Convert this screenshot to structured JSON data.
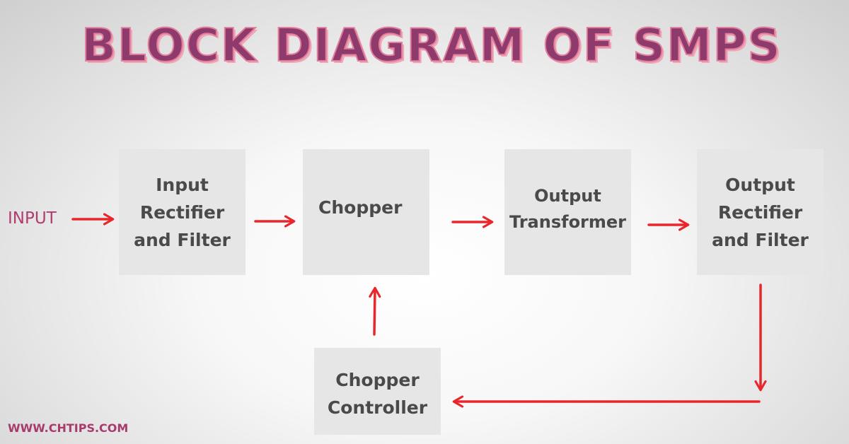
{
  "title": "BLOCK DIAGRAM OF SMPS",
  "input_label": "INPUT",
  "website": "WWW.CHTIPS.COM",
  "blocks": {
    "input_rectifier": "Input\nRectifier\nand Filter",
    "chopper": "Chopper",
    "output_transformer": "Output\nTransformer",
    "output_rectifier": "Output\nRectifier\nand Filter",
    "chopper_controller": "Chopper\nController"
  },
  "colors": {
    "arrow": "#e8262b",
    "title_fill": "#8e3a6c",
    "title_outline": "#e07e9b",
    "block_fill": "#e6e6e6",
    "block_text": "#4a4a4a",
    "label_text": "#b03d6f"
  }
}
